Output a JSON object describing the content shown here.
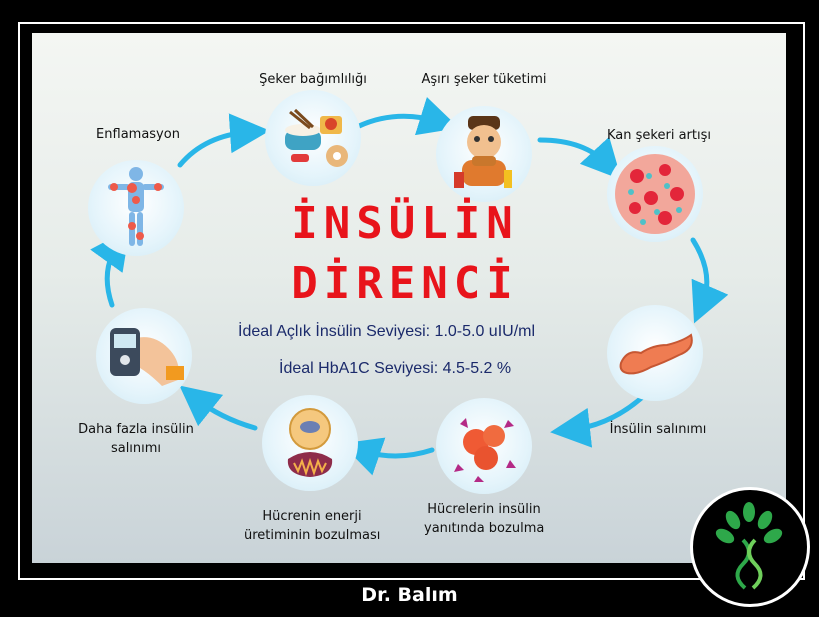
{
  "title": {
    "line1": "İNSÜLİN",
    "line2": "DİRENCİ"
  },
  "ideal_values": {
    "fasting_insulin": "İdeal Açlık İnsülin Seviyesi: 1.0-5.0 uIU/ml",
    "hba1c": "İdeal HbA1C Seviyesi: 4.5-5.2 %"
  },
  "cycle_steps": [
    {
      "label": "Şeker bağımlılığı",
      "icon": "sweets-icon"
    },
    {
      "label": "Aşırı şeker tüketimi",
      "icon": "man-eating-icon"
    },
    {
      "label": "Kan şekeri artışı",
      "icon": "blood-cells-icon"
    },
    {
      "label": "İnsülin salınımı",
      "icon": "pancreas-icon"
    },
    {
      "label_lines": [
        "Hücrelerin insülin",
        "yanıtında bozulma"
      ],
      "icon": "cells-icon"
    },
    {
      "label_lines": [
        "Hücrenin enerji",
        "üretiminin bozulması"
      ],
      "icon": "mitochondria-icon"
    },
    {
      "label_lines": [
        "Daha fazla insülin",
        "salınımı"
      ],
      "icon": "glucometer-icon"
    },
    {
      "label": "Enflamasyon",
      "icon": "inflamed-body-icon"
    }
  ],
  "author": "Dr. Balım",
  "colors": {
    "title": "#e8141b",
    "ideal_text": "#1b2a6b",
    "arrow": "#29b6e8",
    "logo_green": "#2ea84a"
  }
}
